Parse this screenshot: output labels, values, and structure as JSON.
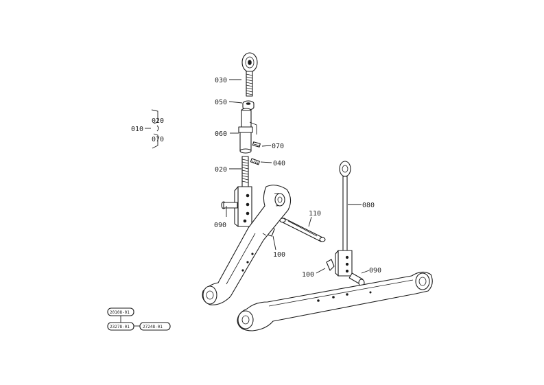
{
  "callouts": {
    "p030": "030",
    "p050": "050",
    "p060": "060",
    "p070_right": "070",
    "p020_right": "020",
    "p040": "040",
    "p090_left": "090",
    "p100_left": "100",
    "p110": "110",
    "p080": "080",
    "p100_right": "100",
    "p090_right": "090",
    "p010": "010",
    "p020_group": "020",
    "p070_group": "070"
  },
  "ref_boxes": {
    "ref_top": "20108-01",
    "ref_left": "23278-01",
    "ref_right": "27248-01"
  },
  "colors": {
    "line": "#1a1a1a",
    "background": "#ffffff"
  }
}
